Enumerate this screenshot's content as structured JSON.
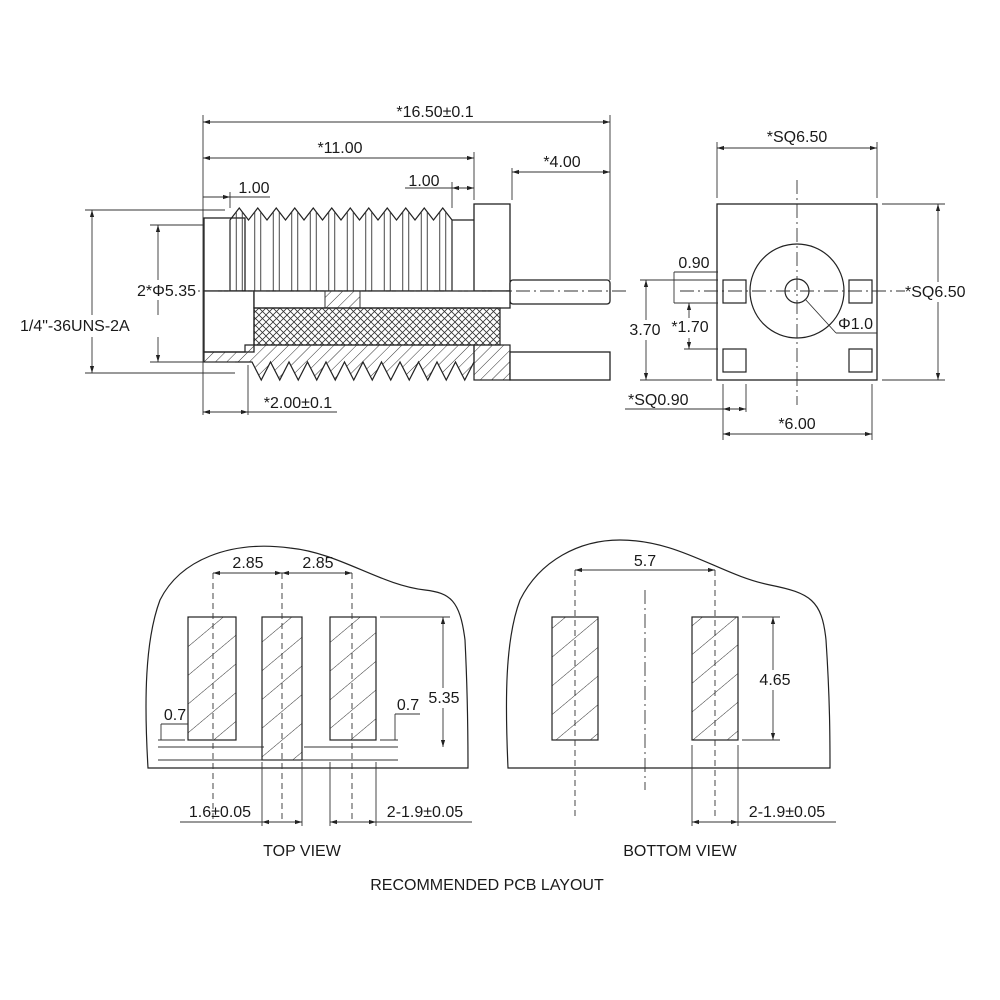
{
  "side_view": {
    "overall_length": "*16.50±0.1",
    "thread_length": "*11.00",
    "pin_length": "*4.00",
    "thread_start": "1.00",
    "thread_end": "1.00",
    "diameter": "2*Φ5.35",
    "thread_spec": "1/4\"-36UNS-2A",
    "flange_width": "*2.00±0.1"
  },
  "end_view": {
    "width": "*SQ6.50",
    "height": "*SQ6.50",
    "pad_size_small": "0.90",
    "pad_span": "3.70",
    "pad_offset": "*1.70",
    "pad_square": "*SQ0.90",
    "pad_pitch": "*6.00",
    "pin_diameter": "Φ1.0"
  },
  "top_view": {
    "pitch_1": "2.85",
    "pitch_2": "2.85",
    "pad_length": "5.35",
    "offset_left": "0.7",
    "offset_right": "0.7",
    "center_pad_width": "1.6±0.05",
    "side_pad_width": "2-1.9±0.05",
    "label": "TOP VIEW"
  },
  "bottom_view": {
    "pitch": "5.7",
    "pad_length": "4.65",
    "pad_width": "2-1.9±0.05",
    "label": "BOTTOM VIEW"
  },
  "caption": "RECOMMENDED PCB LAYOUT"
}
